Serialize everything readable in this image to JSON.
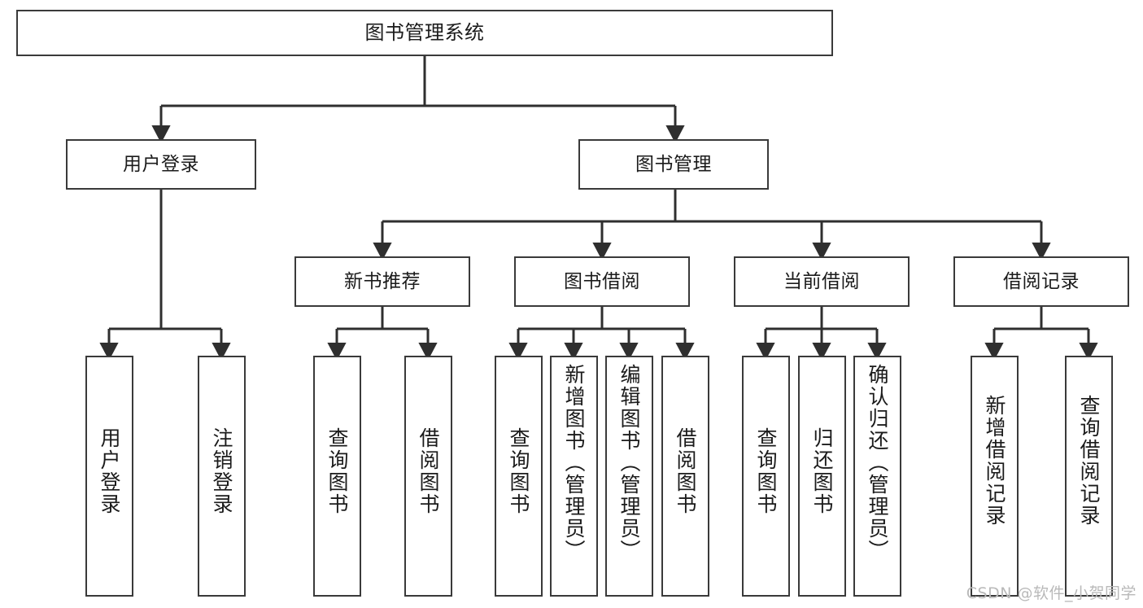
{
  "diagram": {
    "title": "图书管理系统",
    "watermark": "CSDN @软件_小贺同学",
    "stroke_color": "#3a3a3a",
    "text_color": "#1b1b1b",
    "background_color": "#ffffff",
    "type": "tree-hierarchy-chart",
    "levels": 4,
    "nodes": {
      "root": {
        "label": "图书管理系统",
        "level": 1
      },
      "user_login": {
        "label": "用户登录",
        "level": 2
      },
      "book_manage": {
        "label": "图书管理",
        "level": 2
      },
      "new_book_rec": {
        "label": "新书推荐",
        "level": 3
      },
      "book_borrow": {
        "label": "图书借阅",
        "level": 3
      },
      "current_borrow": {
        "label": "当前借阅",
        "level": 3
      },
      "borrow_record": {
        "label": "借阅记录",
        "level": 3
      },
      "leaf_user_login": {
        "label": "用户登录",
        "level": 4
      },
      "leaf_logout": {
        "label": "注销登录",
        "level": 4
      },
      "leaf_query_book_1": {
        "label": "查询图书",
        "level": 4
      },
      "leaf_borrow_book_1": {
        "label": "借阅图书",
        "level": 4
      },
      "leaf_query_book_2": {
        "label": "查询图书",
        "level": 4
      },
      "leaf_add_book": {
        "label": "新增图书（管理员）",
        "level": 4
      },
      "leaf_edit_book": {
        "label": "编辑图书（管理员）",
        "level": 4
      },
      "leaf_borrow_book_2": {
        "label": "借阅图书",
        "level": 4
      },
      "leaf_query_book_3": {
        "label": "查询图书",
        "level": 4
      },
      "leaf_return_book": {
        "label": "归还图书",
        "level": 4
      },
      "leaf_confirm_return": {
        "label": "确认归还（管理员）",
        "level": 4
      },
      "leaf_add_record": {
        "label": "新增借阅记录",
        "level": 4
      },
      "leaf_query_record": {
        "label": "查询借阅记录",
        "level": 4
      }
    },
    "edges": [
      {
        "from": "root",
        "to": "user_login"
      },
      {
        "from": "root",
        "to": "book_manage"
      },
      {
        "from": "user_login",
        "to": "leaf_user_login"
      },
      {
        "from": "user_login",
        "to": "leaf_logout"
      },
      {
        "from": "book_manage",
        "to": "new_book_rec"
      },
      {
        "from": "book_manage",
        "to": "book_borrow"
      },
      {
        "from": "book_manage",
        "to": "current_borrow"
      },
      {
        "from": "book_manage",
        "to": "borrow_record"
      },
      {
        "from": "new_book_rec",
        "to": "leaf_query_book_1"
      },
      {
        "from": "new_book_rec",
        "to": "leaf_borrow_book_1"
      },
      {
        "from": "book_borrow",
        "to": "leaf_query_book_2"
      },
      {
        "from": "book_borrow",
        "to": "leaf_add_book"
      },
      {
        "from": "book_borrow",
        "to": "leaf_edit_book"
      },
      {
        "from": "book_borrow",
        "to": "leaf_borrow_book_2"
      },
      {
        "from": "current_borrow",
        "to": "leaf_query_book_3"
      },
      {
        "from": "current_borrow",
        "to": "leaf_return_book"
      },
      {
        "from": "current_borrow",
        "to": "leaf_confirm_return"
      },
      {
        "from": "borrow_record",
        "to": "leaf_add_record"
      },
      {
        "from": "borrow_record",
        "to": "leaf_query_record"
      }
    ]
  }
}
